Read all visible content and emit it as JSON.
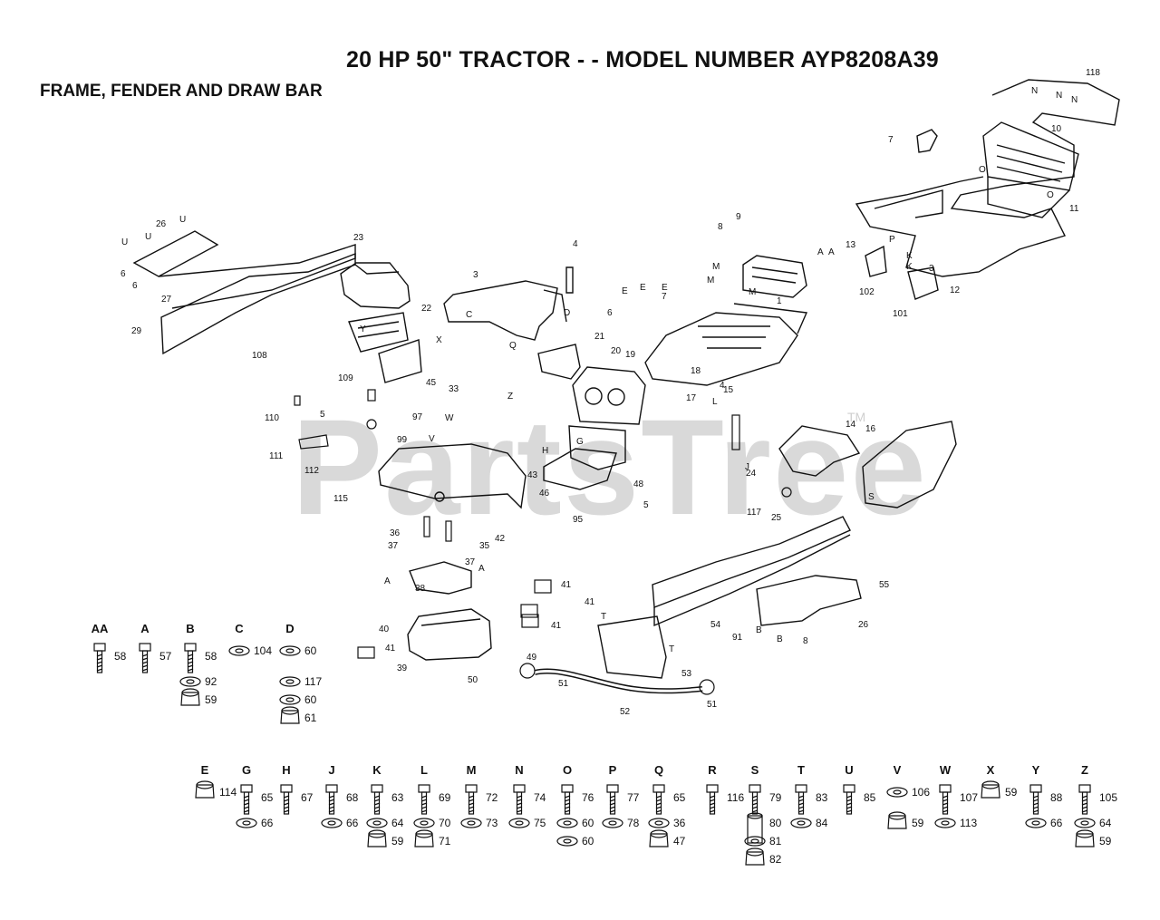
{
  "title": "20 HP 50\" TRACTOR - - MODEL NUMBER AYP8208A39",
  "section": "FRAME, FENDER AND DRAW BAR",
  "watermark": "PartsTree",
  "watermark_tm": "TM",
  "callouts": [
    "118",
    "N",
    "N",
    "N",
    "7",
    "10",
    "O",
    "O",
    "11",
    "26",
    "U",
    "U",
    "U",
    "6",
    "6",
    "27",
    "29",
    "23",
    "4",
    "3",
    "C",
    "D",
    "22",
    "Y",
    "X",
    "108",
    "45",
    "33",
    "109",
    "110",
    "5",
    "97",
    "111",
    "112",
    "115",
    "8",
    "M",
    "M",
    "M",
    "9",
    "1",
    "A",
    "A",
    "13",
    "P",
    "K",
    "K",
    "3",
    "12",
    "102",
    "101",
    "E",
    "E",
    "E",
    "7",
    "6",
    "21",
    "Q",
    "20",
    "19",
    "18",
    "15",
    "L",
    "17",
    "4",
    "16",
    "14",
    "S",
    "Z",
    "J",
    "H",
    "G",
    "43",
    "46",
    "48",
    "24",
    "117",
    "25",
    "99",
    "V",
    "W",
    "95",
    "5",
    "36",
    "37",
    "42",
    "35",
    "37",
    "A",
    "A",
    "38",
    "41",
    "41",
    "41",
    "40",
    "39",
    "41",
    "49",
    "50",
    "51",
    "52",
    "53",
    "T",
    "T",
    "51",
    "54",
    "55",
    "91",
    "26",
    "8",
    "B",
    "B"
  ],
  "hardware_row1": [
    {
      "letter": "AA",
      "parts": [
        "58"
      ]
    },
    {
      "letter": "A",
      "parts": [
        "57"
      ]
    },
    {
      "letter": "B",
      "parts": [
        "58",
        "92",
        "59"
      ]
    },
    {
      "letter": "C",
      "parts": [
        "104"
      ]
    },
    {
      "letter": "D",
      "parts": [
        "60",
        "117",
        "60",
        "61"
      ]
    }
  ],
  "hardware_row2": [
    {
      "letter": "E",
      "parts": [
        "114"
      ]
    },
    {
      "letter": "G",
      "parts": [
        "65",
        "66"
      ]
    },
    {
      "letter": "H",
      "parts": [
        "67"
      ]
    },
    {
      "letter": "J",
      "parts": [
        "68",
        "66"
      ]
    },
    {
      "letter": "K",
      "parts": [
        "63",
        "64",
        "59"
      ]
    },
    {
      "letter": "L",
      "parts": [
        "69",
        "70",
        "71"
      ]
    },
    {
      "letter": "M",
      "parts": [
        "72",
        "73"
      ]
    },
    {
      "letter": "N",
      "parts": [
        "74",
        "75"
      ]
    },
    {
      "letter": "O",
      "parts": [
        "76",
        "60",
        "60"
      ]
    },
    {
      "letter": "P",
      "parts": [
        "77",
        "78"
      ]
    },
    {
      "letter": "Q",
      "parts": [
        "65",
        "36",
        "47"
      ]
    },
    {
      "letter": "R",
      "parts": [
        "116"
      ]
    },
    {
      "letter": "S",
      "parts": [
        "79",
        "80",
        "81",
        "82"
      ]
    },
    {
      "letter": "T",
      "parts": [
        "83",
        "84"
      ]
    },
    {
      "letter": "U",
      "parts": [
        "85"
      ]
    },
    {
      "letter": "V",
      "parts": [
        "106",
        "59"
      ]
    },
    {
      "letter": "W",
      "parts": [
        "107",
        "113"
      ]
    },
    {
      "letter": "X",
      "parts": [
        "59"
      ]
    },
    {
      "letter": "Y",
      "parts": [
        "88",
        "66"
      ]
    },
    {
      "letter": "Z",
      "parts": [
        "105",
        "64",
        "59"
      ]
    }
  ]
}
